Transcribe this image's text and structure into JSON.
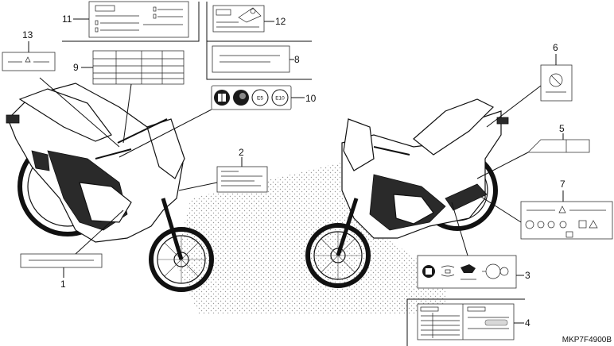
{
  "diagram": {
    "code": "MKP7F4900B",
    "callouts": [
      "1",
      "2",
      "3",
      "4",
      "5",
      "6",
      "7",
      "8",
      "9",
      "10",
      "11",
      "12",
      "13"
    ],
    "label_10_marks": [
      "E5",
      "E10"
    ]
  }
}
